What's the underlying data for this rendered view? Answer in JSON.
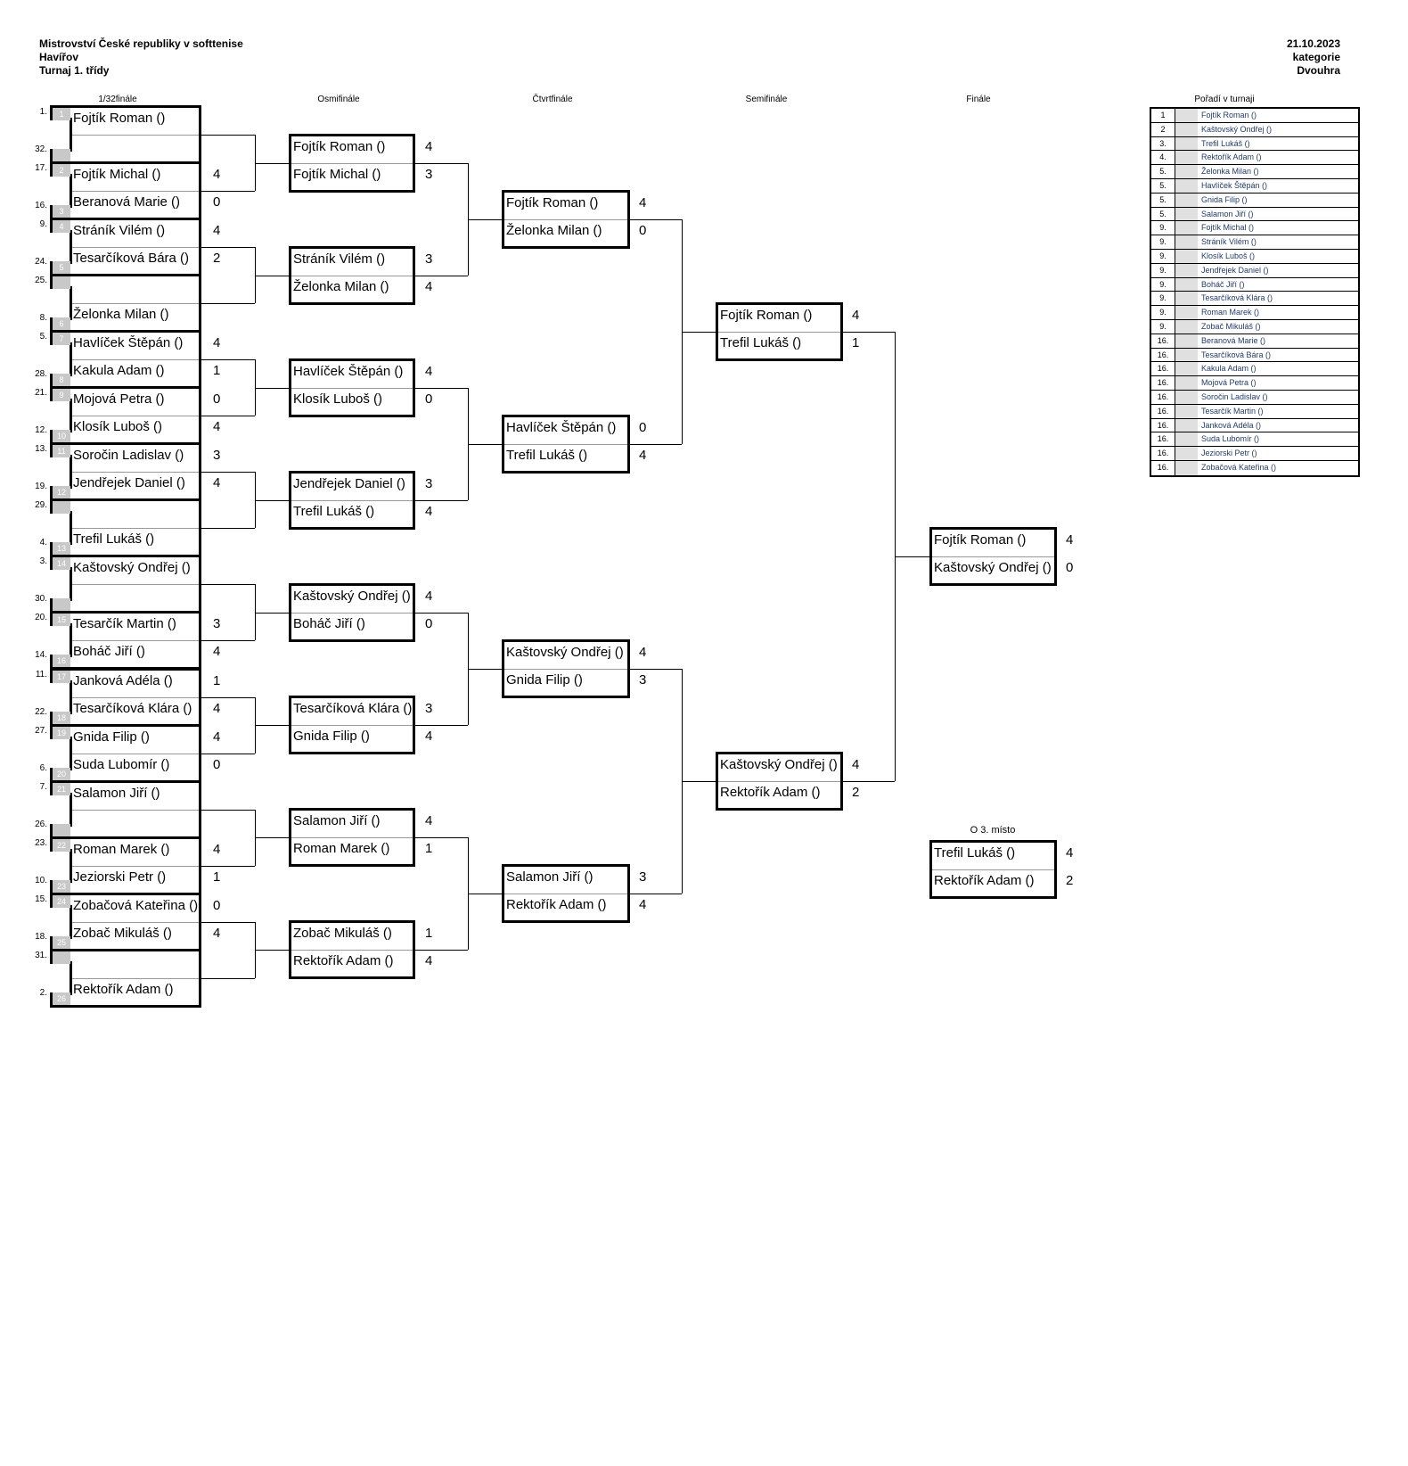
{
  "header": {
    "title": "Mistrovství České republiky v softtenise",
    "city": "Havířov",
    "tournament": "Turnaj 1. třídy",
    "date": "21.10.2023",
    "category_label": "kategorie",
    "category": "Dvouhra"
  },
  "rounds": {
    "r32": "1/32finále",
    "r16": "Osmifinále",
    "qf": "Čtvrtfinále",
    "sf": "Semifinále",
    "f": "Finále"
  },
  "third_place_label": "O 3. místo",
  "ranking_title": "Pořadí v turnaji",
  "first_round": [
    {
      "seed_top": "1.",
      "name_top": "Fojtík Roman ()",
      "score_top": "",
      "seed_bot": "32.",
      "name_bot": "",
      "score_bot": "",
      "sq_top": "1",
      "sq_bot": ""
    },
    {
      "seed_top": "17.",
      "name_top": "Fojtík Michal ()",
      "score_top": "4",
      "seed_bot": "16.",
      "name_bot": "Beranová Marie ()",
      "score_bot": "0",
      "sq_top": "2",
      "sq_bot": "3"
    },
    {
      "seed_top": "9.",
      "name_top": "Stráník Vilém ()",
      "score_top": "4",
      "seed_bot": "24.",
      "name_bot": "Tesarčíková Bára ()",
      "score_bot": "2",
      "sq_top": "4",
      "sq_bot": "5"
    },
    {
      "seed_top": "25.",
      "name_top": "",
      "score_top": "",
      "seed_bot": "8.",
      "name_bot": "Želonka Milan ()",
      "score_bot": "",
      "sq_top": "",
      "sq_bot": "6"
    },
    {
      "seed_top": "5.",
      "name_top": "Havlíček Štěpán ()",
      "score_top": "4",
      "seed_bot": "28.",
      "name_bot": "Kakula Adam ()",
      "score_bot": "1",
      "sq_top": "7",
      "sq_bot": "8"
    },
    {
      "seed_top": "21.",
      "name_top": "Mojová Petra ()",
      "score_top": "0",
      "seed_bot": "12.",
      "name_bot": "Klosík Luboš ()",
      "score_bot": "4",
      "sq_top": "9",
      "sq_bot": "10"
    },
    {
      "seed_top": "13.",
      "name_top": "Soročin Ladislav ()",
      "score_top": "3",
      "seed_bot": "19.",
      "name_bot": "Jendřejek Daniel ()",
      "score_bot": "4",
      "sq_top": "11",
      "sq_bot": "12"
    },
    {
      "seed_top": "29.",
      "name_top": "",
      "score_top": "",
      "seed_bot": "4.",
      "name_bot": "Trefil Lukáš ()",
      "score_bot": "",
      "sq_top": "",
      "sq_bot": "13"
    },
    {
      "seed_top": "3.",
      "name_top": "Kaštovský Ondřej ()",
      "score_top": "",
      "seed_bot": "30.",
      "name_bot": "",
      "score_bot": "",
      "sq_top": "14",
      "sq_bot": ""
    },
    {
      "seed_top": "20.",
      "name_top": "Tesarčík Martin ()",
      "score_top": "3",
      "seed_bot": "14.",
      "name_bot": "Boháč Jiří ()",
      "score_bot": "4",
      "sq_top": "15",
      "sq_bot": "16"
    },
    {
      "seed_top": "11.",
      "name_top": "Janková Adéla ()",
      "score_top": "1",
      "seed_bot": "22.",
      "name_bot": "Tesarčíková Klára ()",
      "score_bot": "4",
      "sq_top": "17",
      "sq_bot": "18"
    },
    {
      "seed_top": "27.",
      "name_top": "Gnida Filip ()",
      "score_top": "4",
      "seed_bot": "6.",
      "name_bot": "Suda Lubomír ()",
      "score_bot": "0",
      "sq_top": "19",
      "sq_bot": "20"
    },
    {
      "seed_top": "7.",
      "name_top": "Salamon Jiří ()",
      "score_top": "",
      "seed_bot": "26.",
      "name_bot": "",
      "score_bot": "",
      "sq_top": "21",
      "sq_bot": ""
    },
    {
      "seed_top": "23.",
      "name_top": "Roman Marek ()",
      "score_top": "4",
      "seed_bot": "10.",
      "name_bot": "Jeziorski Petr ()",
      "score_bot": "1",
      "sq_top": "22",
      "sq_bot": "23"
    },
    {
      "seed_top": "15.",
      "name_top": "Zobačová Kateřina ()",
      "score_top": "0",
      "seed_bot": "18.",
      "name_bot": "Zobač Mikuláš ()",
      "score_bot": "4",
      "sq_top": "24",
      "sq_bot": "25"
    },
    {
      "seed_top": "31.",
      "name_top": "",
      "score_top": "",
      "seed_bot": "2.",
      "name_bot": "Rektořík Adam ()",
      "score_bot": "",
      "sq_top": "",
      "sq_bot": "26"
    }
  ],
  "round_of_16": [
    {
      "name_top": "Fojtík Roman ()",
      "score_top": "4",
      "name_bot": "Fojtík Michal ()",
      "score_bot": "3"
    },
    {
      "name_top": "Stráník Vilém ()",
      "score_top": "3",
      "name_bot": "Želonka Milan ()",
      "score_bot": "4"
    },
    {
      "name_top": "Havlíček Štěpán ()",
      "score_top": "4",
      "name_bot": "Klosík Luboš ()",
      "score_bot": "0"
    },
    {
      "name_top": "Jendřejek Daniel ()",
      "score_top": "3",
      "name_bot": "Trefil Lukáš ()",
      "score_bot": "4"
    },
    {
      "name_top": "Kaštovský Ondřej ()",
      "score_top": "4",
      "name_bot": "Boháč Jiří ()",
      "score_bot": "0"
    },
    {
      "name_top": "Tesarčíková Klára ()",
      "score_top": "3",
      "name_bot": "Gnida Filip ()",
      "score_bot": "4"
    },
    {
      "name_top": "Salamon Jiří ()",
      "score_top": "4",
      "name_bot": "Roman Marek ()",
      "score_bot": "1"
    },
    {
      "name_top": "Zobač Mikuláš ()",
      "score_top": "1",
      "name_bot": "Rektořík Adam ()",
      "score_bot": "4"
    }
  ],
  "quarterfinals": [
    {
      "name_top": "Fojtík Roman ()",
      "score_top": "4",
      "name_bot": "Želonka Milan ()",
      "score_bot": "0"
    },
    {
      "name_top": "Havlíček Štěpán ()",
      "score_top": "0",
      "name_bot": "Trefil Lukáš ()",
      "score_bot": "4"
    },
    {
      "name_top": "Kaštovský Ondřej ()",
      "score_top": "4",
      "name_bot": "Gnida Filip ()",
      "score_bot": "3"
    },
    {
      "name_top": "Salamon Jiří ()",
      "score_top": "3",
      "name_bot": "Rektořík Adam ()",
      "score_bot": "4"
    }
  ],
  "semifinals": [
    {
      "name_top": "Fojtík Roman ()",
      "score_top": "4",
      "name_bot": "Trefil Lukáš ()",
      "score_bot": "1"
    },
    {
      "name_top": "Kaštovský Ondřej ()",
      "score_top": "4",
      "name_bot": "Rektořík Adam ()",
      "score_bot": "2"
    }
  ],
  "final": [
    {
      "name_top": "Fojtík Roman ()",
      "score_top": "4",
      "name_bot": "Kaštovský Ondřej ()",
      "score_bot": "0"
    }
  ],
  "third_place": [
    {
      "name_top": "Trefil Lukáš ()",
      "score_top": "4",
      "name_bot": "Rektořík Adam ()",
      "score_bot": "2"
    }
  ],
  "ranking": [
    {
      "pos": "1",
      "name": "Fojtík Roman ()"
    },
    {
      "pos": "2",
      "name": "Kaštovský Ondřej ()"
    },
    {
      "pos": "3.",
      "name": "Trefil Lukáš ()"
    },
    {
      "pos": "4.",
      "name": "Rektořík Adam ()"
    },
    {
      "pos": "5.",
      "name": "Želonka Milan ()"
    },
    {
      "pos": "5.",
      "name": "Havlíček Štěpán ()"
    },
    {
      "pos": "5.",
      "name": "Gnida Filip ()"
    },
    {
      "pos": "5.",
      "name": "Salamon Jiří ()"
    },
    {
      "pos": "9.",
      "name": "Fojtík Michal ()"
    },
    {
      "pos": "9.",
      "name": "Stráník Vilém ()"
    },
    {
      "pos": "9.",
      "name": "Klosík Luboš ()"
    },
    {
      "pos": "9.",
      "name": "Jendřejek Daniel ()"
    },
    {
      "pos": "9.",
      "name": "Boháč Jiří ()"
    },
    {
      "pos": "9.",
      "name": "Tesarčíková Klára ()"
    },
    {
      "pos": "9.",
      "name": "Roman Marek ()"
    },
    {
      "pos": "9.",
      "name": "Zobač Mikuláš ()"
    },
    {
      "pos": "16.",
      "name": "Beranová Marie ()"
    },
    {
      "pos": "16.",
      "name": "Tesarčíková Bára ()"
    },
    {
      "pos": "16.",
      "name": "Kakula Adam ()"
    },
    {
      "pos": "16.",
      "name": "Mojová Petra ()"
    },
    {
      "pos": "16.",
      "name": "Soročin Ladislav ()"
    },
    {
      "pos": "16.",
      "name": "Tesarčík Martin ()"
    },
    {
      "pos": "16.",
      "name": "Janková Adéla ()"
    },
    {
      "pos": "16.",
      "name": "Suda Lubomír ()"
    },
    {
      "pos": "16.",
      "name": "Jeziorski Petr ()"
    },
    {
      "pos": "16.",
      "name": "Zobačová Kateřina ()"
    }
  ]
}
